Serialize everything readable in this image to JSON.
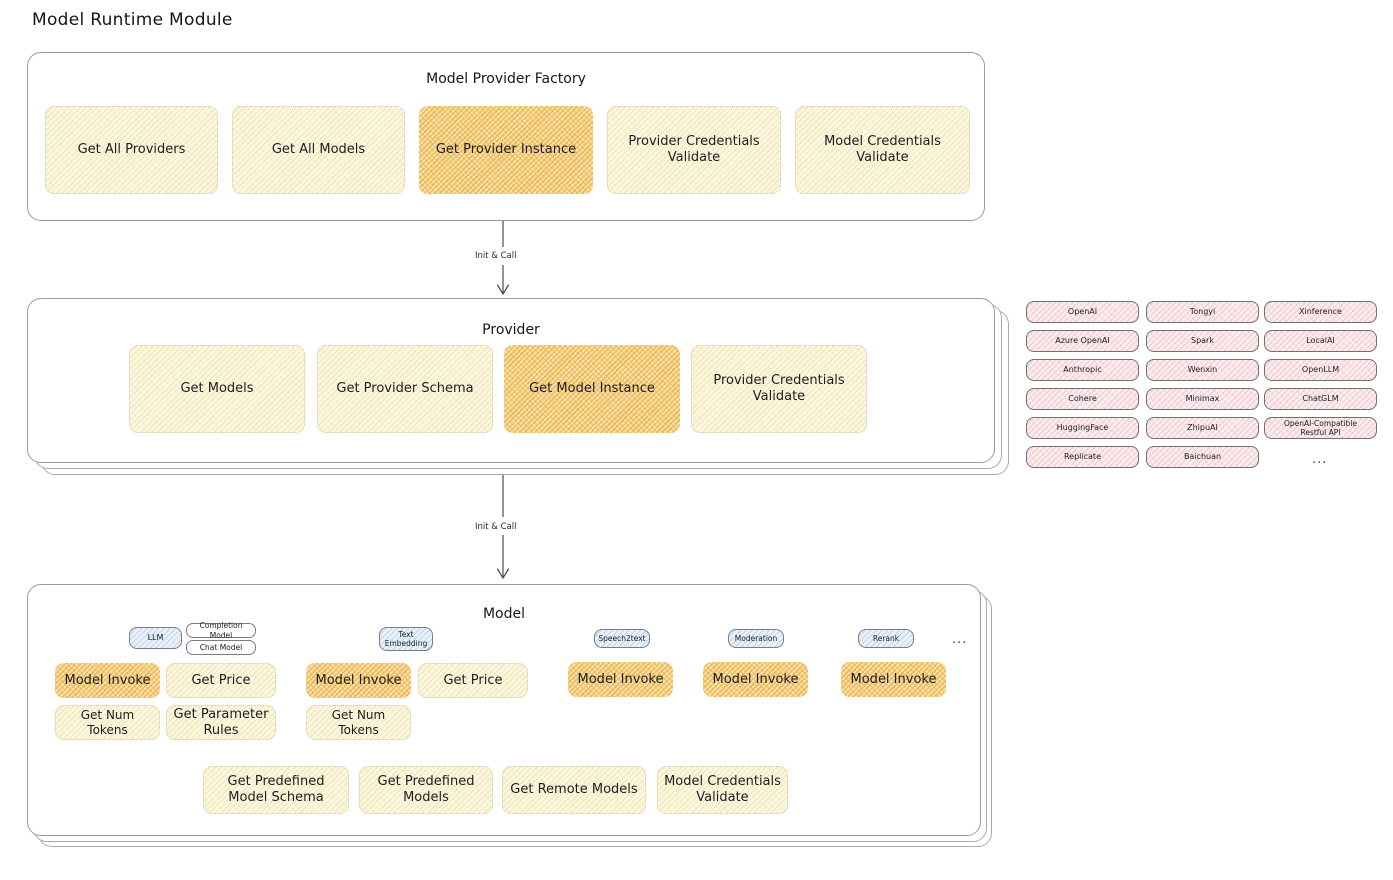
{
  "page": {
    "title": "Model Runtime Module"
  },
  "sections": {
    "factory": {
      "title": "Model Provider Factory",
      "nodes": [
        {
          "label": "Get All Providers",
          "style": "cream"
        },
        {
          "label": "Get All Models",
          "style": "cream"
        },
        {
          "label": "Get Provider Instance",
          "style": "gold",
          "highlighted": true
        },
        {
          "label": "Provider Credentials Validate",
          "style": "cream"
        },
        {
          "label": "Model Credentials Validate",
          "style": "cream"
        }
      ]
    },
    "provider": {
      "title": "Provider",
      "nodes": [
        {
          "label": "Get Models",
          "style": "cream"
        },
        {
          "label": "Get Provider Schema",
          "style": "cream"
        },
        {
          "label": "Get Model Instance",
          "style": "gold",
          "highlighted": true
        },
        {
          "label": "Provider Credentials Validate",
          "style": "cream"
        }
      ]
    },
    "model": {
      "title": "Model",
      "types": [
        {
          "name": "LLM",
          "style": "blue",
          "subtags": [
            "Completion Model",
            "Chat Model"
          ],
          "methods": [
            {
              "label": "Model Invoke",
              "style": "gold"
            },
            {
              "label": "Get Price",
              "style": "cream"
            },
            {
              "label": "Get Num Tokens",
              "style": "cream"
            },
            {
              "label": "Get Parameter Rules",
              "style": "cream"
            }
          ]
        },
        {
          "name": "Text Embedding",
          "style": "blue",
          "subtags": [],
          "methods": [
            {
              "label": "Model Invoke",
              "style": "gold"
            },
            {
              "label": "Get Price",
              "style": "cream"
            },
            {
              "label": "Get Num Tokens",
              "style": "cream"
            }
          ]
        },
        {
          "name": "Speech2text",
          "style": "blue",
          "subtags": [],
          "methods": [
            {
              "label": "Model Invoke",
              "style": "gold"
            }
          ]
        },
        {
          "name": "Moderation",
          "style": "blue",
          "subtags": [],
          "methods": [
            {
              "label": "Model Invoke",
              "style": "gold"
            }
          ]
        },
        {
          "name": "Rerank",
          "style": "blue",
          "subtags": [],
          "methods": [
            {
              "label": "Model Invoke",
              "style": "gold"
            }
          ]
        }
      ],
      "types_more": "...",
      "shared_methods": [
        {
          "label": "Get Predefined Model Schema",
          "style": "cream"
        },
        {
          "label": "Get Predefined Models",
          "style": "cream"
        },
        {
          "label": "Get Remote Models",
          "style": "cream"
        },
        {
          "label": "Model Credentials Validate",
          "style": "cream"
        }
      ]
    }
  },
  "arrows": [
    {
      "label": "Init & Call",
      "from": "factory",
      "to": "provider"
    },
    {
      "label": "Init & Call",
      "from": "provider",
      "to": "model"
    }
  ],
  "provider_list": {
    "columns": [
      [
        "OpenAI",
        "Azure OpenAI",
        "Anthropic",
        "Cohere",
        "HuggingFace",
        "Replicate"
      ],
      [
        "Tongyi",
        "Spark",
        "Wenxin",
        "Minimax",
        "ZhipuAI",
        "Baichuan"
      ],
      [
        "Xinference",
        "LocalAI",
        "OpenLLM",
        "ChatGLM",
        "OpenAI-Compatible Restful API"
      ]
    ],
    "more": "..."
  },
  "colors": {
    "cream_fill": "#fdf8e4",
    "cream_hatch": "#e9d58c",
    "gold_fill": "#fbe3b0",
    "gold_hatch": "#e5a835",
    "rose_fill": "#fdeff0",
    "rose_hatch": "#e2969b",
    "blue_fill": "#e9f2fb",
    "blue_hatch": "#8cb4dc",
    "card_border": "#9a9aa2",
    "text": "#1b1b1f"
  }
}
